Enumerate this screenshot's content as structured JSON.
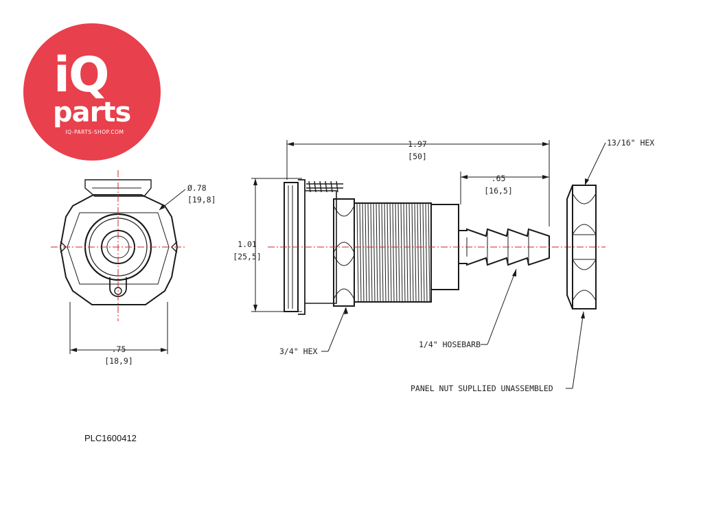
{
  "logo": {
    "brand_top": "iQ",
    "brand_bottom": "parts",
    "url": "IQ-PARTS-SHOP.COM",
    "color": "#e8404c"
  },
  "dimensions": {
    "front_diameter_in": "Ø.78",
    "front_diameter_mm": "[19,8]",
    "front_width_in": ".75",
    "front_width_mm": "[18,9]",
    "overall_length_in": "1.97",
    "overall_length_mm": "[50]",
    "barb_length_in": ".65",
    "barb_length_mm": "[16,5]",
    "height_in": "1.01",
    "height_mm": "[25,5]"
  },
  "callouts": {
    "body_hex": "3/4\" HEX",
    "hosebarb": "1/4\" HOSEBARB",
    "panel_nut": "PANEL NUT SUPLLIED UNASSEMBLED",
    "nut_hex": "13/16\" HEX"
  },
  "part_number": "PLC1600412",
  "colors": {
    "line": "#1a1a1a",
    "centerline": "#d0202a"
  }
}
